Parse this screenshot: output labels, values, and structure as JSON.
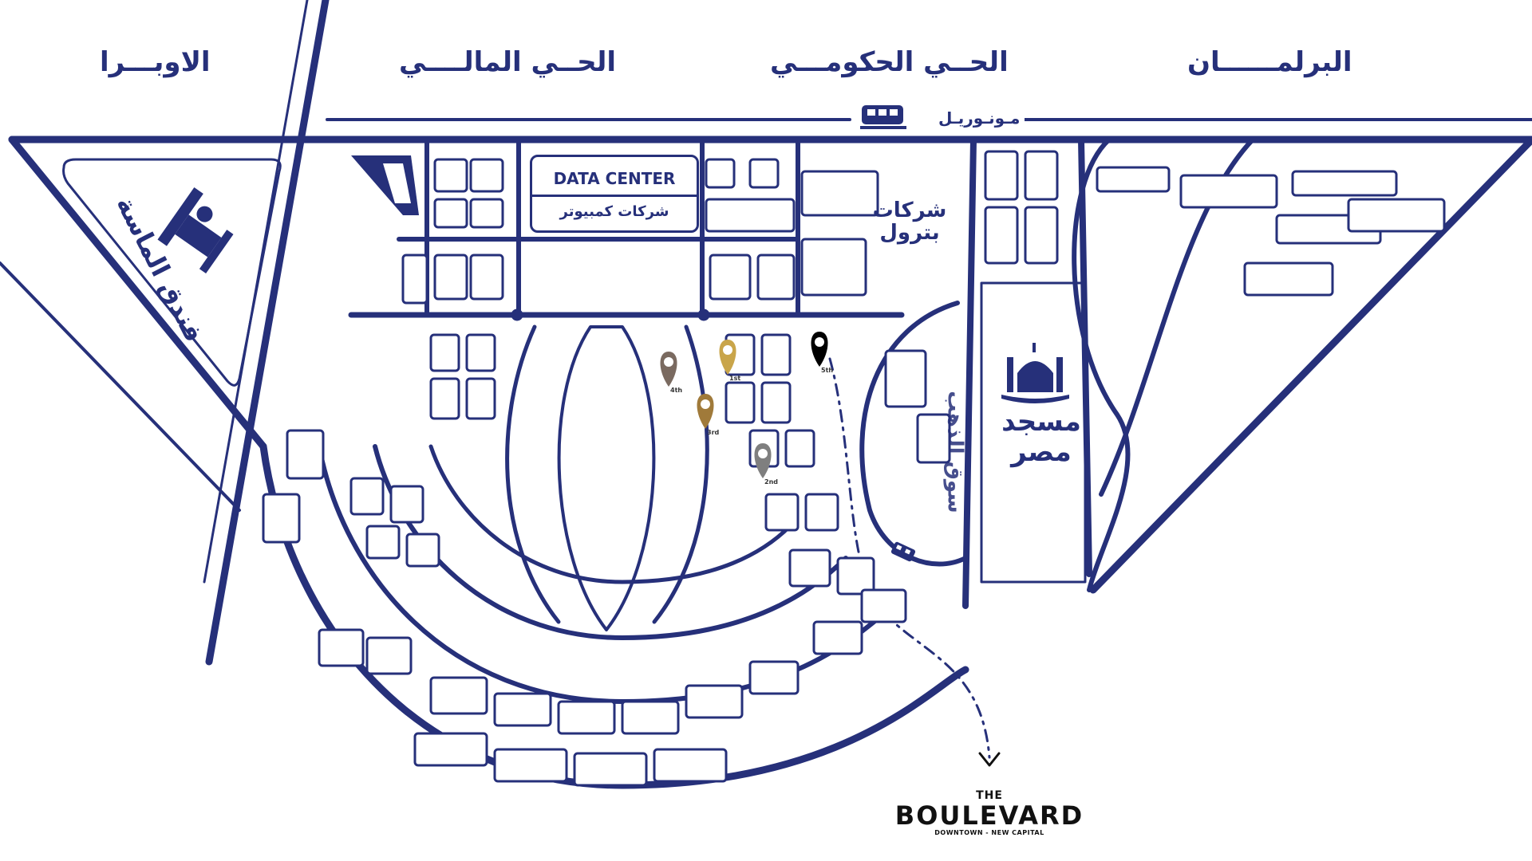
{
  "districts": {
    "opera": "الاوبـــرا",
    "financial": "الحــي المالــــي",
    "government": "الحــي الحكومـــي",
    "parliament": "البرلمــــــان"
  },
  "metro_label": "مـونـوريـل",
  "data_center": {
    "title": "DATA CENTER",
    "subtitle": "شركات كمبيوتر"
  },
  "petroleum": "شركات بترول",
  "mosque": "مسجد مصر",
  "hotel": "فندق الماسة",
  "souk": "سوق الذهب",
  "brand": {
    "the": "THE",
    "name": "BOULEVARD",
    "tagline": "DOWNTOWN - NEW CAPITAL"
  },
  "pins": [
    {
      "label": "4th",
      "color": "#7a6a60"
    },
    {
      "label": "1st",
      "color": "#c9a54a"
    },
    {
      "label": "3rd",
      "color": "#a07a3a"
    },
    {
      "label": "2nd",
      "color": "#7f7f7f"
    },
    {
      "label": "5th",
      "color": "#000000"
    }
  ],
  "colors": {
    "road": "#26307a",
    "background": "#ffffff"
  },
  "icons": [
    "monorail-icon",
    "hotel-icon",
    "mosque-icon",
    "location-pin-icon",
    "tram-icon"
  ]
}
